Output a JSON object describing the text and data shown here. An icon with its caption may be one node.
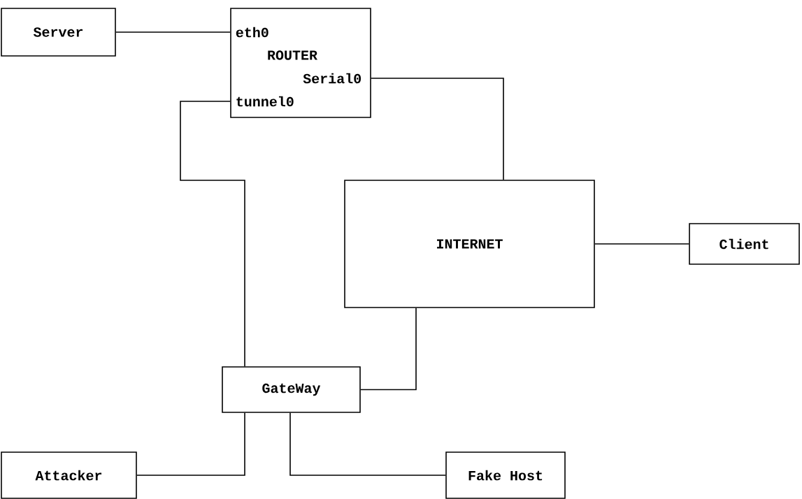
{
  "diagram": {
    "nodes": [
      {
        "text": [
          "Server"
        ]
      },
      {
        "text": [
          "eth0",
          "ROUTER",
          "Serial0",
          "tunnel0"
        ]
      },
      {
        "text": [
          "INTERNET"
        ]
      },
      {
        "text": [
          "Client"
        ]
      },
      {
        "text": [
          "GateWay"
        ]
      },
      {
        "text": [
          "Attacker"
        ]
      },
      {
        "text": [
          "Fake Host"
        ]
      }
    ],
    "edges": [
      {
        "from": 0,
        "to": 1,
        "arrow": "none"
      },
      {
        "from": 1,
        "to": 2,
        "arrow": "none"
      },
      {
        "from": 1,
        "to": 4,
        "arrow": "none"
      },
      {
        "from": 2,
        "to": 4,
        "arrow": "none"
      },
      {
        "from": 2,
        "to": 3,
        "arrow": "none"
      },
      {
        "from": 4,
        "to": 5,
        "arrow": "none"
      },
      {
        "from": 4,
        "to": 6,
        "arrow": "none"
      }
    ]
  }
}
